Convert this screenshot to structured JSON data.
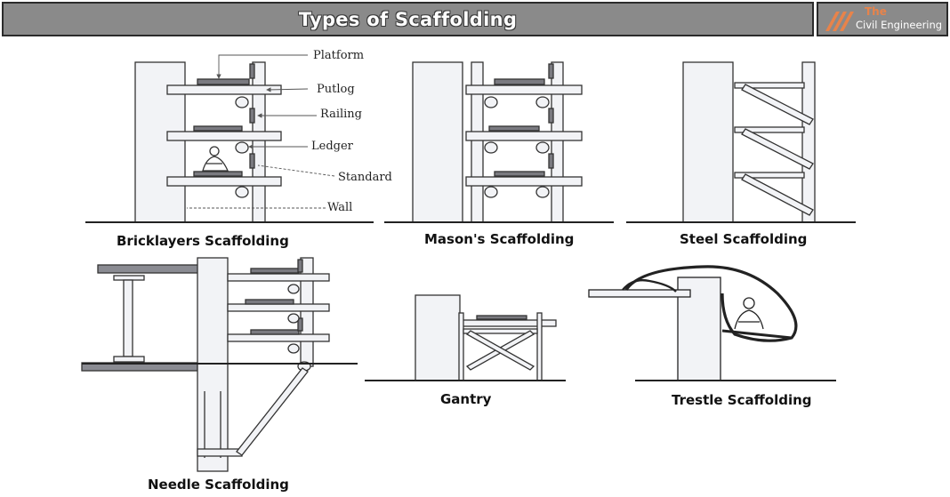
{
  "header": {
    "title": "Types of Scaffolding",
    "logo_the": "The",
    "logo_name": "Civil Engineering",
    "background": "#8a8a8a",
    "logo_accent": "#e8834a"
  },
  "labels": {
    "platform": "Platform",
    "putlog": "Putlog",
    "railing": "Railing",
    "ledger": "Ledger",
    "standard": "Standard",
    "wall": "Wall"
  },
  "captions": {
    "bricklayers": "Bricklayers Scaffolding",
    "masons": "Mason's Scaffolding",
    "steel": "Steel Scaffolding",
    "needle": "Needle Scaffolding",
    "gantry": "Gantry",
    "trestle": "Trestle Scaffolding"
  }
}
